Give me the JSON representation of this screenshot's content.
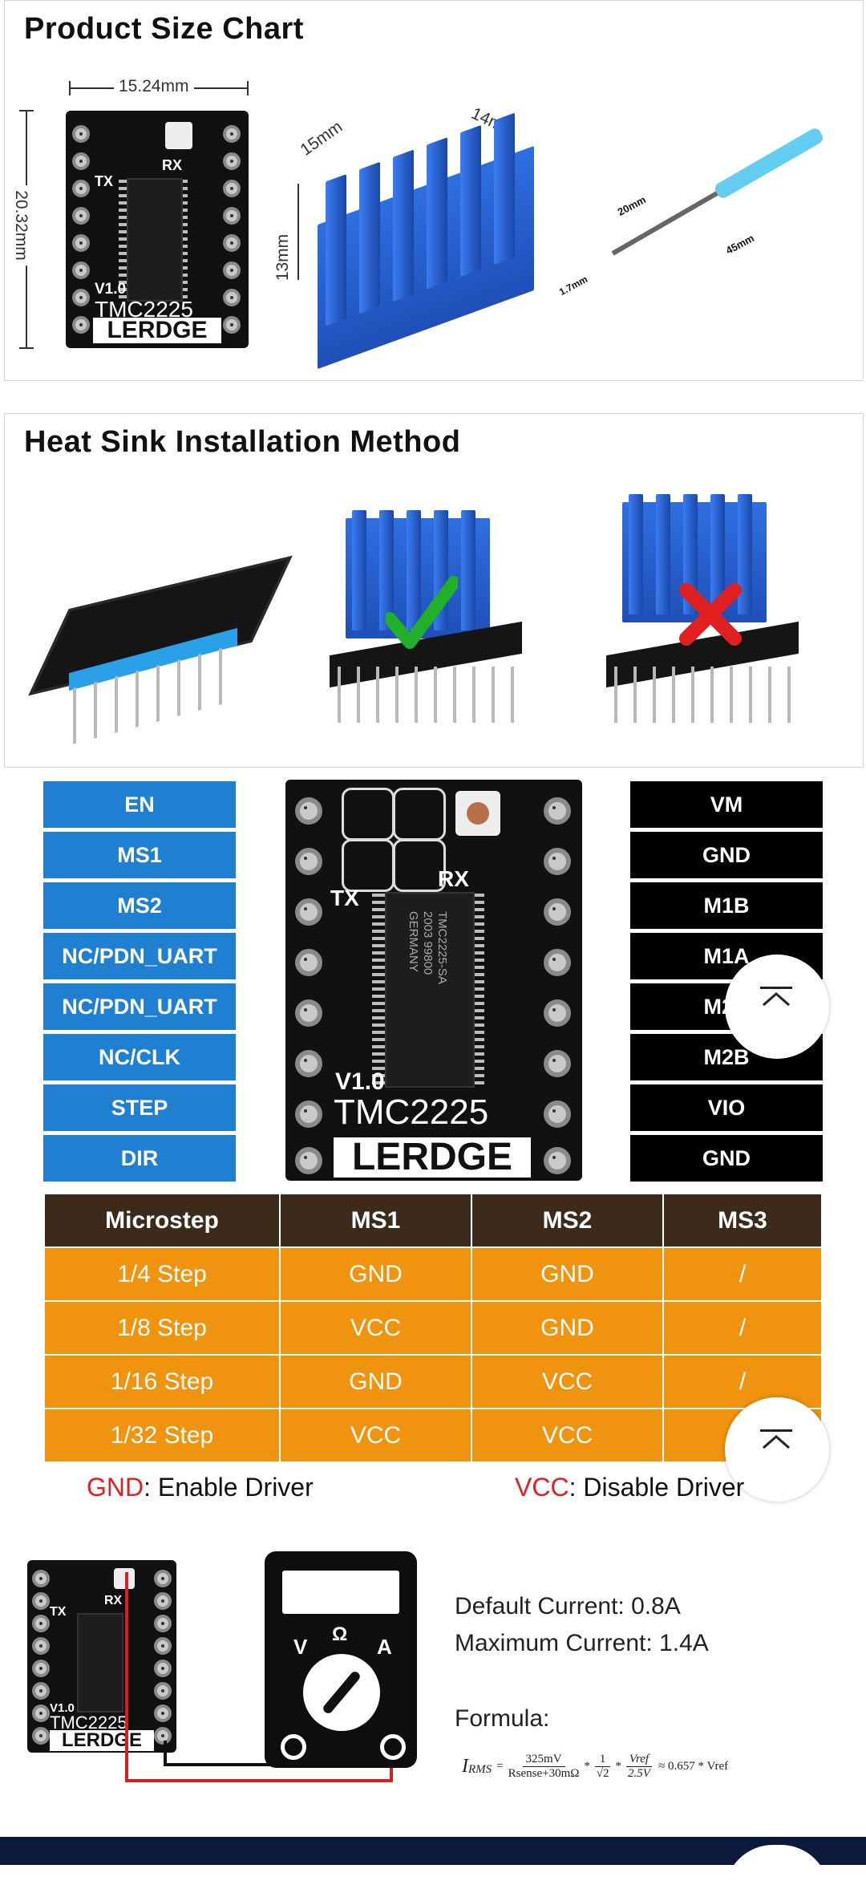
{
  "size_chart": {
    "title": "Product Size Chart",
    "board_width": "15.24mm",
    "board_height": "20.32mm",
    "heatsink_width": "15mm",
    "heatsink_depth": "14mm",
    "heatsink_height": "13mm",
    "screwdriver_tip": "20mm",
    "screwdriver_length": "45mm",
    "screwdriver_blade": "1.7mm"
  },
  "board_text": {
    "tx": "TX",
    "rx": "RX",
    "version": "V1.0",
    "model": "TMC2225",
    "brand": "LERDGE",
    "chip_text": "TMC2225-SA\n2003 99800\nGERMANY"
  },
  "heatsink_install": {
    "title": "Heat Sink Installation Method"
  },
  "pinout": {
    "left": [
      "EN",
      "MS1",
      "MS2",
      "NC/PDN_UART",
      "NC/PDN_UART",
      "NC/CLK",
      "STEP",
      "DIR"
    ],
    "right": [
      "VM",
      "GND",
      "M1B",
      "M1A",
      "M2A",
      "M2B",
      "VIO",
      "GND"
    ]
  },
  "microstep_table": {
    "headers": [
      "Microstep",
      "MS1",
      "MS2",
      "MS3"
    ],
    "rows": [
      [
        "1/4 Step",
        "GND",
        "GND",
        "/"
      ],
      [
        "1/8 Step",
        "VCC",
        "GND",
        "/"
      ],
      [
        "1/16 Step",
        "GND",
        "VCC",
        "/"
      ],
      [
        "1/32 Step",
        "VCC",
        "VCC",
        "/"
      ]
    ]
  },
  "legend": {
    "gnd_key": "GND",
    "gnd_desc": ":  Enable Driver",
    "vcc_key": "VCC",
    "vcc_desc": ":  Disable Driver",
    "key_color": "#e02020"
  },
  "current": {
    "default": "Default Current:  0.8A",
    "maximum": "Maximum Current:  1.4A",
    "formula_label": "Formula:",
    "formula_irms": "I",
    "formula_rms": "RMS",
    "formula_num1": "325mV",
    "formula_den1": "Rsense+30mΩ",
    "formula_num2": "1",
    "formula_den2": "√2",
    "formula_num3": "Vref",
    "formula_den3": "2.5V",
    "formula_result": "≈ 0.657 * Vref"
  },
  "meter": {
    "v": "V",
    "omega": "Ω",
    "a": "A"
  },
  "colors": {
    "pin_blue": "#1f7fd1",
    "pin_black": "#000000",
    "table_header": "#3c2a1b",
    "table_row": "#f0930f",
    "heatsink_blue": "#2f6fe0"
  }
}
